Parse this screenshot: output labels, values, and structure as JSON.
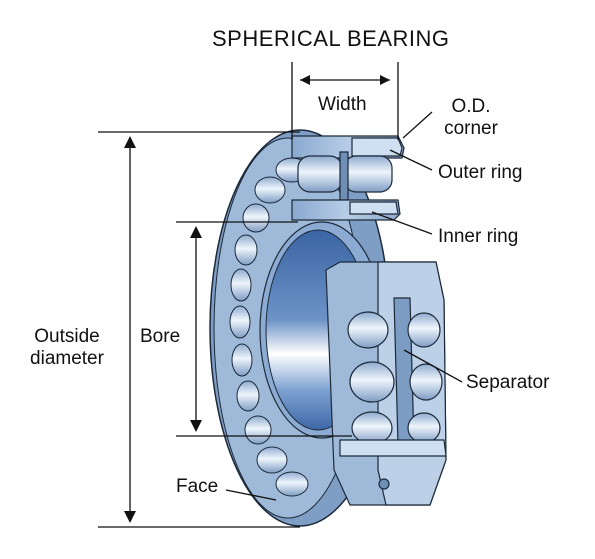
{
  "title": "SPHERICAL BEARING",
  "labels": {
    "width": "Width",
    "od_corner_line1": "O.D.",
    "od_corner_line2": "corner",
    "outer_ring": "Outer ring",
    "inner_ring": "Inner ring",
    "separator": "Separator",
    "outside_diameter_line1": "Outside",
    "outside_diameter_line2": "diameter",
    "bore": "Bore",
    "face": "Face"
  },
  "colors": {
    "steel_dark": "#6f8fb6",
    "steel_mid": "#9fb9d8",
    "steel_light": "#cfe0f2",
    "inner_blue": "#3f6aa8",
    "highlight": "#ffffff",
    "outline": "#1c2a3a",
    "dimension_line": "#111111"
  }
}
